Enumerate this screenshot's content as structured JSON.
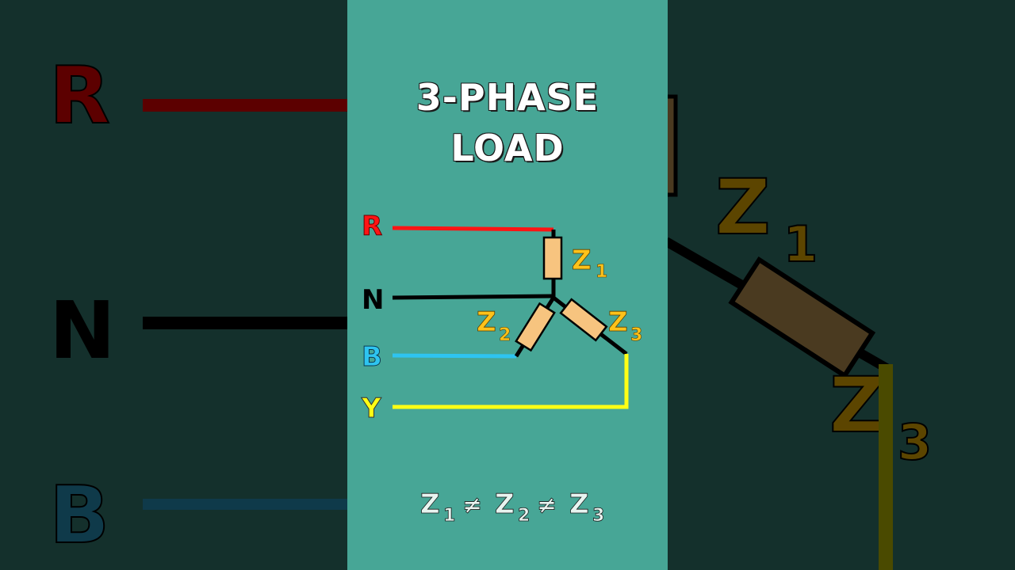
{
  "title": {
    "line1": "3-PHASE",
    "line2": "LOAD"
  },
  "diagram": {
    "type": "star-connected three-phase load",
    "lines": [
      {
        "label": "R",
        "color": "#ff1414"
      },
      {
        "label": "N",
        "color": "#000000"
      },
      {
        "label": "B",
        "color": "#2ec4f0"
      },
      {
        "label": "Y",
        "color": "#ffff14"
      }
    ],
    "impedances": [
      {
        "label": "Z",
        "sub": "1"
      },
      {
        "label": "Z",
        "sub": "2"
      },
      {
        "label": "Z",
        "sub": "3"
      }
    ],
    "resistor_fill": "#f7c47f",
    "label_color": "#ffc21a"
  },
  "equation": {
    "text": "Z1 ≠ Z2 ≠ Z3",
    "terms": [
      {
        "label": "Z",
        "sub": "1"
      },
      {
        "label": "Z",
        "sub": "2"
      },
      {
        "label": "Z",
        "sub": "3"
      }
    ],
    "operator": "≠"
  },
  "colors": {
    "panel": "#47a696",
    "background": "#13302c",
    "text": "#ffffff"
  }
}
